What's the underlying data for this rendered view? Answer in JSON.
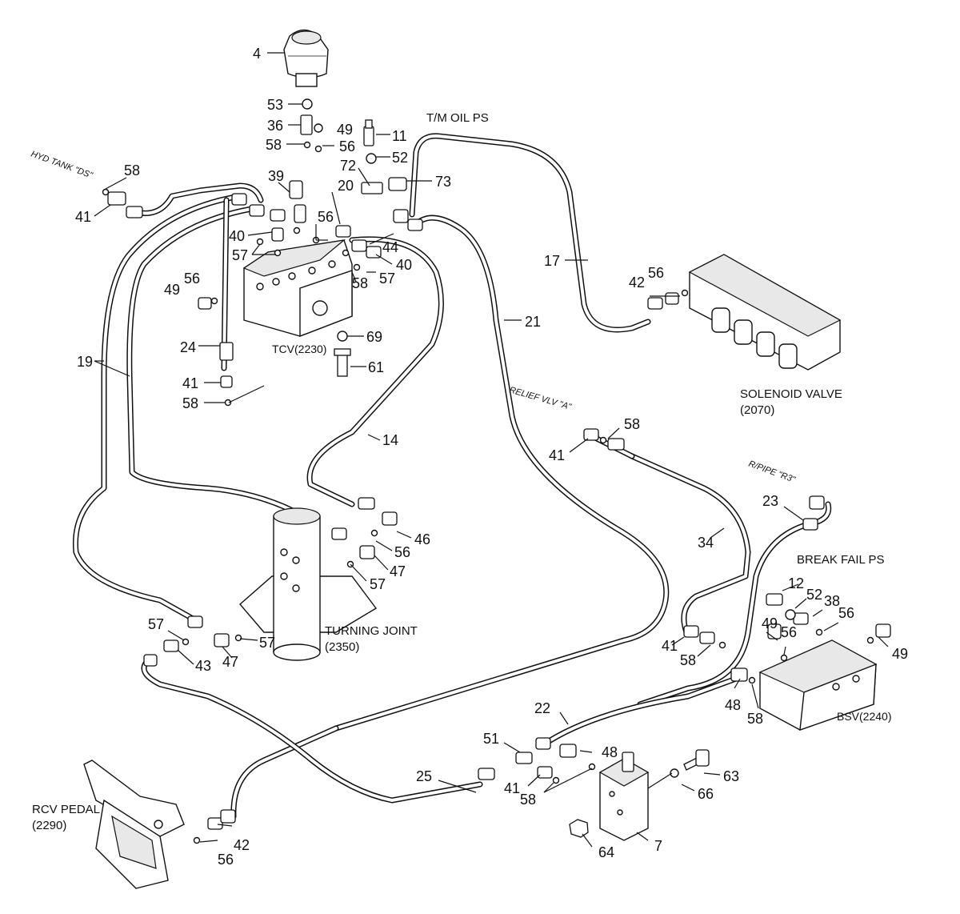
{
  "components": {
    "tcv": "TCV(2230)",
    "solenoid_valve": "SOLENOID VALVE",
    "solenoid_valve_code": "(2070)",
    "turning_joint": "TURNING JOINT",
    "turning_joint_code": "(2350)",
    "bsv": "BSV(2240)",
    "rcv_pedal": "RCV PEDAL",
    "rcv_pedal_code": "(2290)",
    "tm_oil_ps": "T/M OIL PS",
    "break_fail_ps": "BREAK FAIL PS"
  },
  "routing_labels": {
    "hyd_tank": "HYD TANK \"DS\"",
    "relief_valve": "RELIEF VLV \"A\"",
    "r_pipe": "R/PIPE \"R3\""
  },
  "callouts": [
    {
      "id": "c4",
      "text": "4"
    },
    {
      "id": "c53",
      "text": "53"
    },
    {
      "id": "c36",
      "text": "36"
    },
    {
      "id": "c49a",
      "text": "49"
    },
    {
      "id": "c58a",
      "text": "58"
    },
    {
      "id": "c56a",
      "text": "56"
    },
    {
      "id": "c11",
      "text": "11"
    },
    {
      "id": "c52a",
      "text": "52"
    },
    {
      "id": "c72",
      "text": "72"
    },
    {
      "id": "c73",
      "text": "73"
    },
    {
      "id": "c58b",
      "text": "58"
    },
    {
      "id": "c41a",
      "text": "41"
    },
    {
      "id": "c39",
      "text": "39"
    },
    {
      "id": "c20",
      "text": "20"
    },
    {
      "id": "c56b",
      "text": "56"
    },
    {
      "id": "c40a",
      "text": "40"
    },
    {
      "id": "c44",
      "text": "44"
    },
    {
      "id": "c40b",
      "text": "40"
    },
    {
      "id": "c57a",
      "text": "57"
    },
    {
      "id": "c58c",
      "text": "58"
    },
    {
      "id": "c57b",
      "text": "57"
    },
    {
      "id": "c56c",
      "text": "56"
    },
    {
      "id": "c49b",
      "text": "49"
    },
    {
      "id": "c17",
      "text": "17"
    },
    {
      "id": "c42a",
      "text": "42"
    },
    {
      "id": "c56d",
      "text": "56"
    },
    {
      "id": "c69",
      "text": "69"
    },
    {
      "id": "c21",
      "text": "21"
    },
    {
      "id": "c24",
      "text": "24"
    },
    {
      "id": "c19",
      "text": "19"
    },
    {
      "id": "c61",
      "text": "61"
    },
    {
      "id": "c41b",
      "text": "41"
    },
    {
      "id": "c58d",
      "text": "58"
    },
    {
      "id": "c14",
      "text": "14"
    },
    {
      "id": "c41c",
      "text": "41"
    },
    {
      "id": "c58e",
      "text": "58"
    },
    {
      "id": "c23",
      "text": "23"
    },
    {
      "id": "c46",
      "text": "46"
    },
    {
      "id": "c56e",
      "text": "56"
    },
    {
      "id": "c34",
      "text": "34"
    },
    {
      "id": "c47a",
      "text": "47"
    },
    {
      "id": "c57c",
      "text": "57"
    },
    {
      "id": "c12",
      "text": "12"
    },
    {
      "id": "c52b",
      "text": "52"
    },
    {
      "id": "c38",
      "text": "38"
    },
    {
      "id": "c56f",
      "text": "56"
    },
    {
      "id": "c57d",
      "text": "57"
    },
    {
      "id": "c49c",
      "text": "49"
    },
    {
      "id": "c56g",
      "text": "56"
    },
    {
      "id": "c49d",
      "text": "49"
    },
    {
      "id": "c57e",
      "text": "57"
    },
    {
      "id": "c43",
      "text": "43"
    },
    {
      "id": "c47b",
      "text": "47"
    },
    {
      "id": "c41d",
      "text": "41"
    },
    {
      "id": "c58f",
      "text": "58"
    },
    {
      "id": "c48a",
      "text": "48"
    },
    {
      "id": "c58g",
      "text": "58"
    },
    {
      "id": "c22",
      "text": "22"
    },
    {
      "id": "c51",
      "text": "51"
    },
    {
      "id": "c48b",
      "text": "48"
    },
    {
      "id": "c63",
      "text": "63"
    },
    {
      "id": "c41e",
      "text": "41"
    },
    {
      "id": "c58h",
      "text": "58"
    },
    {
      "id": "c25",
      "text": "25"
    },
    {
      "id": "c66",
      "text": "66"
    },
    {
      "id": "c42b",
      "text": "42"
    },
    {
      "id": "c56h",
      "text": "56"
    },
    {
      "id": "c64",
      "text": "64"
    },
    {
      "id": "c7",
      "text": "7"
    }
  ]
}
